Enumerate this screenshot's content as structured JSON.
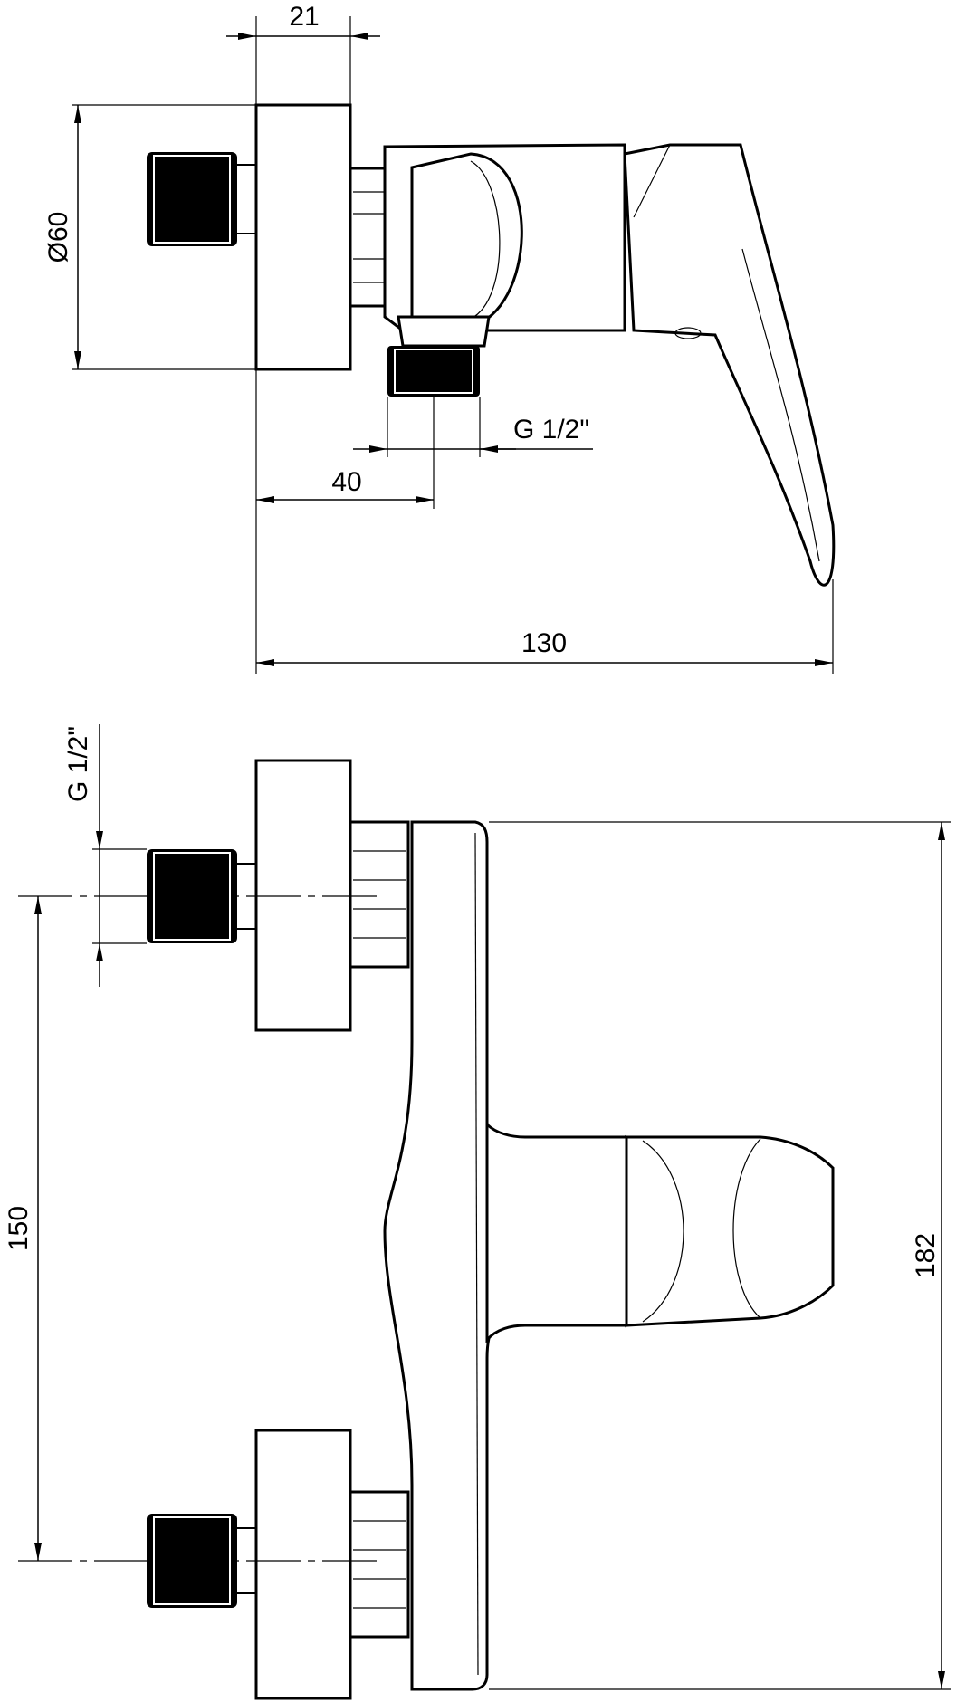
{
  "drawing": {
    "top_view": {
      "dimensions": {
        "flange_depth": "21",
        "flange_diameter": "Ø60",
        "outlet_thread": "G 1/2\"",
        "outlet_offset": "40",
        "total_depth": "130"
      }
    },
    "front_view": {
      "dimensions": {
        "inlet_thread": "G 1/2\"",
        "inlet_spacing": "150",
        "total_height": "182"
      }
    }
  }
}
